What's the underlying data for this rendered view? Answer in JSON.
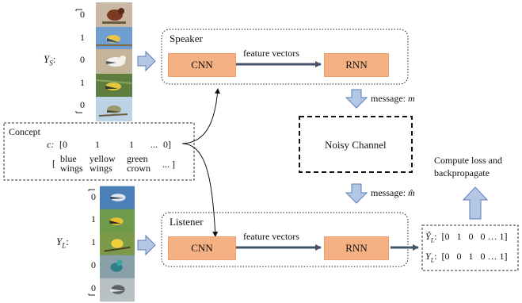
{
  "speaker": {
    "title": "Speaker",
    "cnn": "CNN",
    "rnn": "RNN",
    "edge_label": "feature vectors"
  },
  "listener": {
    "title": "Listener",
    "cnn": "CNN",
    "rnn": "RNN",
    "edge_label": "feature vectors"
  },
  "speaker_labels": {
    "symbol": "Y",
    "subscript": "S",
    "colon": ":",
    "values": [
      "0",
      "1",
      "0",
      "1",
      "0"
    ]
  },
  "listener_labels": {
    "symbol": "Y",
    "subscript": "L",
    "colon": ":",
    "values": [
      "0",
      "1",
      "1",
      "0",
      "0"
    ]
  },
  "concept": {
    "title": "Concept",
    "vector_label": "c:",
    "vector_row": [
      "[0",
      "1",
      "1",
      "...",
      "0]"
    ],
    "attr_open": "[",
    "attributes": [
      [
        "blue",
        "wings"
      ],
      [
        "yellow",
        "wings"
      ],
      [
        "green",
        "crown"
      ]
    ],
    "attr_tail": "... ]"
  },
  "channel": {
    "title": "Noisy Channel",
    "message_in": "message: ",
    "message_in_var": "m",
    "message_out": "message: ",
    "message_out_var": "m̂"
  },
  "output": {
    "compute_line1": "Compute loss and",
    "compute_line2": "backpropagate",
    "pred_label": "Ŷ",
    "pred_sub": "L",
    "pred_values": "[0   1   0   0 … 1]",
    "true_label": "Y",
    "true_sub": "L",
    "true_values": "[0   0   1   0 … 1]"
  },
  "colors": {
    "block_fill": "#f5b183",
    "arrow_fill": "#b4c7e7",
    "arrow_stroke": "#5b7fb5",
    "connector": "#44546a"
  }
}
